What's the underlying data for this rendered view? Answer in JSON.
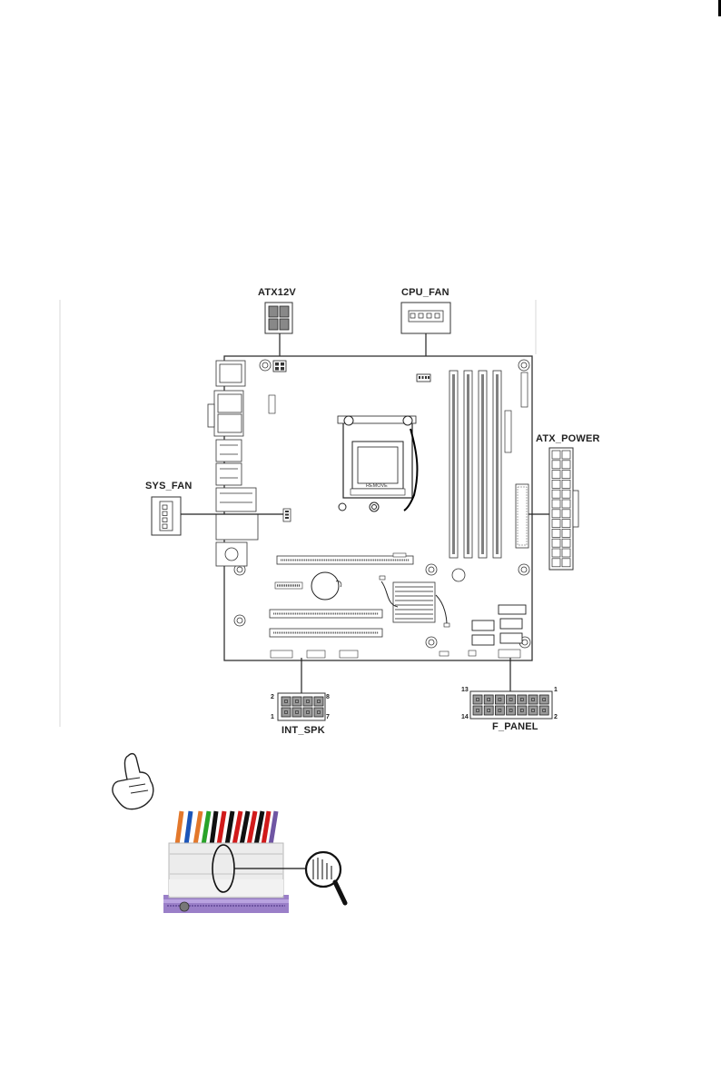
{
  "labels": {
    "atx12v": "ATX12V",
    "cpu_fan": "CPU_FAN",
    "atx_power": "ATX_POWER",
    "sys_fan": "SYS_FAN",
    "int_spk": "INT_SPK",
    "f_panel": "F_PANEL",
    "remove": "REMOVE"
  },
  "int_spk_pins": {
    "top_left": "2",
    "top_right": "8",
    "bottom_left": "1",
    "bottom_right": "7"
  },
  "f_panel_pins": {
    "top_left": "13",
    "top_right": "1",
    "bottom_left": "14",
    "bottom_right": "2"
  },
  "colors": {
    "board_outline": "#333333",
    "connector_fill": "#9a9a9a",
    "background": "#ffffff",
    "dimension_lines": "#b5b5b5",
    "dimm_slot": "#808080",
    "connector_photo_sleeve": "#ececec",
    "motherboard_header_purple": "#9a7fc8"
  },
  "icons": [
    "pointing-hand-icon",
    "magnifier-icon"
  ]
}
